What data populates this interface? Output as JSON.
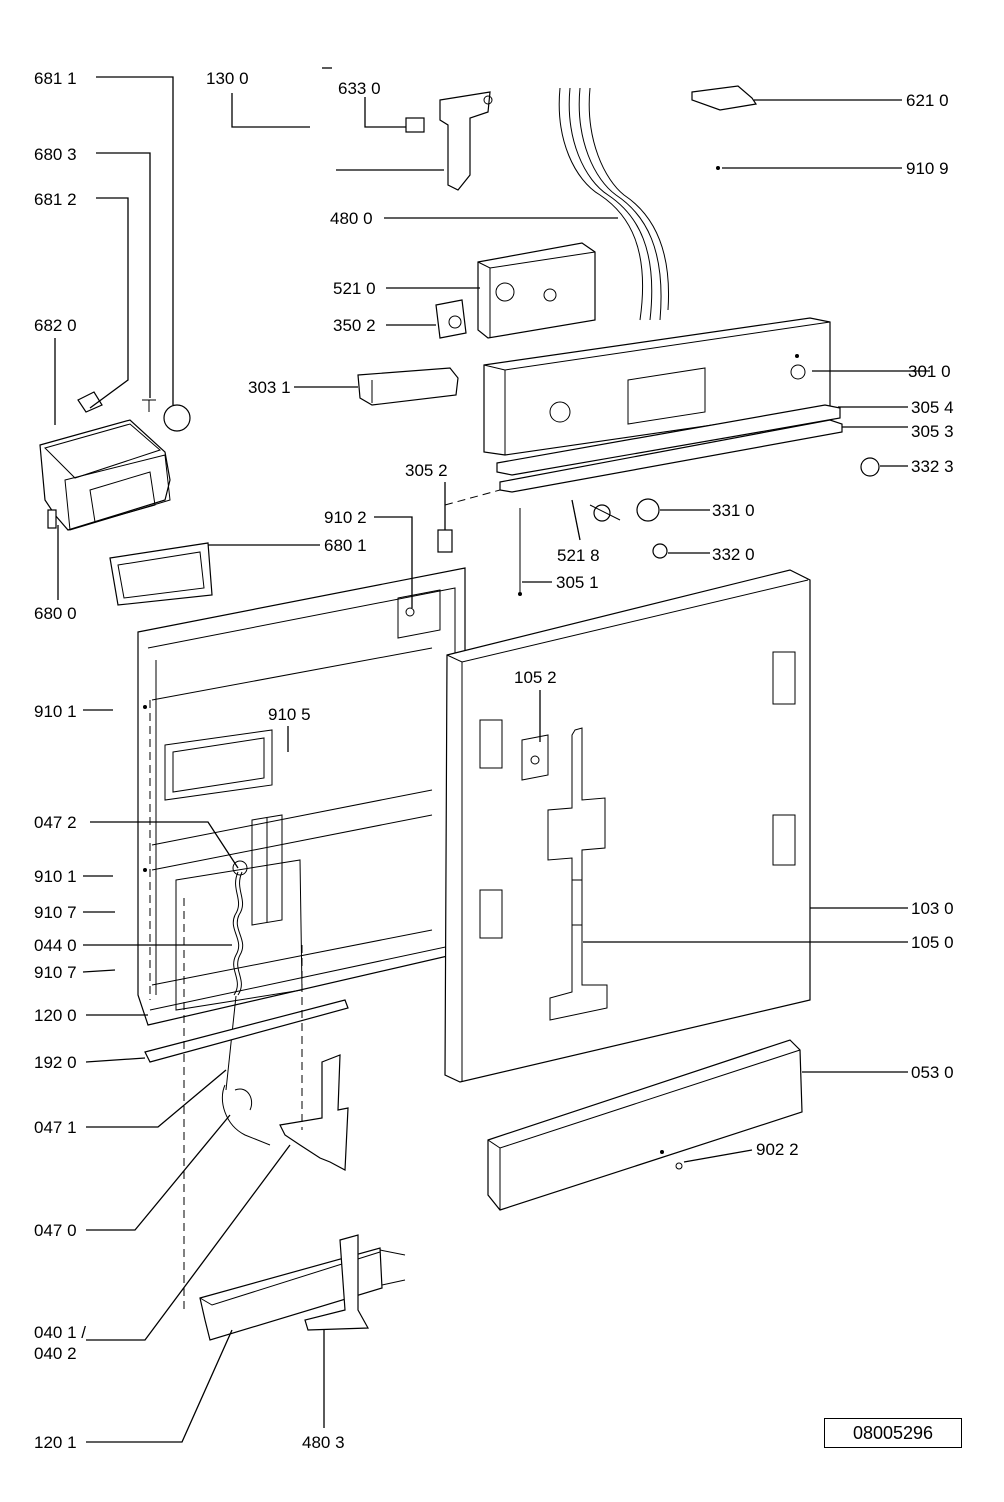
{
  "diagram": {
    "drawing_number": "08005296",
    "labels": [
      {
        "id": "p6811",
        "text": "681 1"
      },
      {
        "id": "p1300",
        "text": "130 0"
      },
      {
        "id": "p6330",
        "text": "633 0"
      },
      {
        "id": "p6210",
        "text": "621 0"
      },
      {
        "id": "p6803",
        "text": "680 3"
      },
      {
        "id": "p9109",
        "text": "910 9"
      },
      {
        "id": "p6812",
        "text": "681 2"
      },
      {
        "id": "p4800",
        "text": "480 0"
      },
      {
        "id": "p5210",
        "text": "521 0"
      },
      {
        "id": "p6820",
        "text": "682 0"
      },
      {
        "id": "p3502",
        "text": "350 2"
      },
      {
        "id": "p3031",
        "text": "303 1"
      },
      {
        "id": "p3010",
        "text": "301 0"
      },
      {
        "id": "p3054",
        "text": "305 4"
      },
      {
        "id": "p3053",
        "text": "305 3"
      },
      {
        "id": "p3052",
        "text": "305 2"
      },
      {
        "id": "p3323",
        "text": "332 3"
      },
      {
        "id": "p9102",
        "text": "910 2"
      },
      {
        "id": "p3310",
        "text": "331 0"
      },
      {
        "id": "p6801",
        "text": "680 1"
      },
      {
        "id": "p5218",
        "text": "521 8"
      },
      {
        "id": "p3320",
        "text": "332 0"
      },
      {
        "id": "p3051",
        "text": "305 1"
      },
      {
        "id": "p6800",
        "text": "680 0"
      },
      {
        "id": "p1052",
        "text": "105 2"
      },
      {
        "id": "p9101a",
        "text": "910 1"
      },
      {
        "id": "p9105",
        "text": "910 5"
      },
      {
        "id": "p0472",
        "text": "047 2"
      },
      {
        "id": "p9101b",
        "text": "910 1"
      },
      {
        "id": "p1030",
        "text": "103 0"
      },
      {
        "id": "p9107a",
        "text": "910 7"
      },
      {
        "id": "p1050",
        "text": "105 0"
      },
      {
        "id": "p0440",
        "text": "044 0"
      },
      {
        "id": "p9107b",
        "text": "910 7"
      },
      {
        "id": "p1200",
        "text": "120 0"
      },
      {
        "id": "p1920",
        "text": "192 0"
      },
      {
        "id": "p0530",
        "text": "053 0"
      },
      {
        "id": "p0471",
        "text": "047 1"
      },
      {
        "id": "p9022",
        "text": "902 2"
      },
      {
        "id": "p0470",
        "text": "047 0"
      },
      {
        "id": "p0401",
        "text": "040 1 /"
      },
      {
        "id": "p0402",
        "text": "040 2"
      },
      {
        "id": "p1201",
        "text": "120 1"
      },
      {
        "id": "p4803",
        "text": "480 3"
      }
    ]
  }
}
